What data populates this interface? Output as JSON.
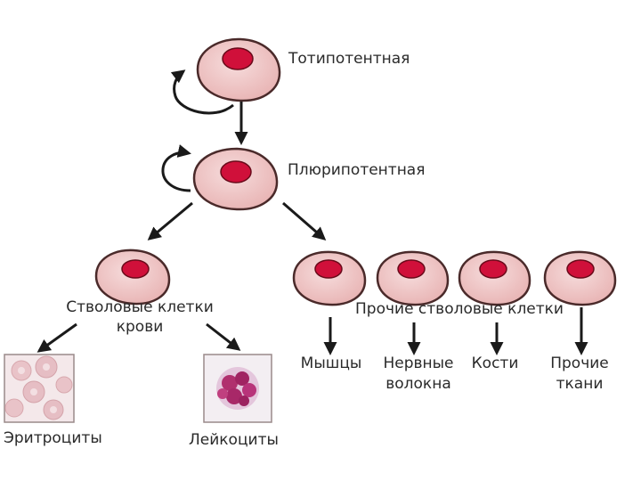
{
  "labels": {
    "totipotent": "Тотипотентная",
    "pluripotent": "Плюрипотентная",
    "blood_stem_line1": "Стволовые клетки",
    "blood_stem_line2": "крови",
    "other_stem": "Прочие стволовые клетки",
    "muscles": "Мышцы",
    "nerve_line1": "Нервные",
    "nerve_line2": "волокна",
    "bones": "Кости",
    "other_tissue_line1": "Прочие",
    "other_tissue_line2": "ткани",
    "erythrocytes": "Эритроциты",
    "leukocytes": "Лейкоциты"
  },
  "colors": {
    "cell_fill": "#f0c4c4",
    "cell_stroke": "#4a2a2a",
    "nucleus": "#d0103a",
    "arrow": "#1a1a1a",
    "text": "#2a2a2a"
  }
}
